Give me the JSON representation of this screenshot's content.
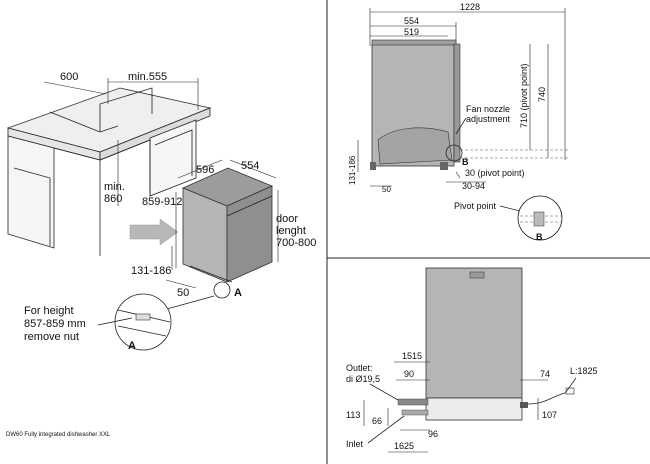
{
  "isometric": {
    "w600": "600",
    "min555": "min.555",
    "w596": "596",
    "w554": "554",
    "min860_1": "min.",
    "min860_2": "860",
    "h859_912": "859-912",
    "door_1": "door",
    "door_2": "lenght",
    "door_3": "700-800",
    "h131_186": "131-186",
    "w50": "50",
    "markA": "A"
  },
  "note": {
    "line1": "For height",
    "line2": "857-859 mm",
    "line3": "remove nut",
    "markA": "A"
  },
  "caption": "DW60 Fully integrated dishwasher XXL",
  "side": {
    "d1228": "1228",
    "d554": "554",
    "d519": "519",
    "d710": "710 (pivot point)",
    "d740": "740",
    "fan1": "Fan nozzle",
    "fan2": "adjustment",
    "d131_186": "131-186",
    "markB": "B",
    "d50": "50",
    "d30": "30 (pivot point)",
    "d30_94": "30-94",
    "pivot": "Pivot point",
    "markB2": "B"
  },
  "front": {
    "outlet1": "Outlet:",
    "outlet2": "di Ø19,5",
    "d1515": "1515",
    "d90": "90",
    "d74": "74",
    "l1825": "L:1825",
    "d113": "113",
    "d66": "66",
    "d107": "107",
    "d96": "96",
    "inlet": "Inlet",
    "d1625": "1625"
  },
  "colors": {
    "appliance": "#b5b5b5",
    "line": "#222222",
    "panel_divider": "#222222"
  }
}
